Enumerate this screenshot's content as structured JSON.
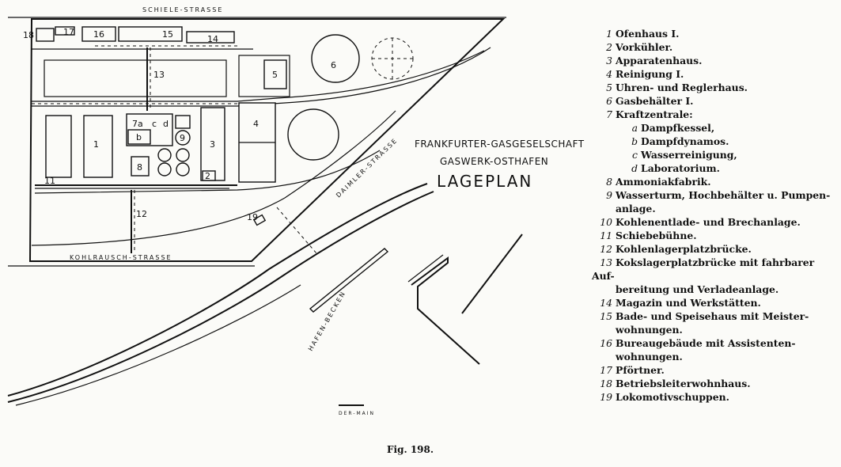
{
  "plan": {
    "title_line1": "FRANKFURTER-GASGESELSCHAFT",
    "title_line2": "GASWERK-OSTHAFEN",
    "title_line3": "LAGEPLAN",
    "street_top": "SCHIELE-STRASSE",
    "street_bottom": "KOHLRAUSCH-STRASSE",
    "street_right": "DAIMLER-STRASSE",
    "harbor": "HAFEN-BECKEN",
    "scale_label": "DER-MAIN",
    "labels": {
      "b1": "1",
      "b3": "3",
      "b4": "4",
      "b5": "5",
      "b6": "6",
      "b7a": "7a",
      "b7b": "b",
      "b7c": "c",
      "b7d": "d",
      "b8": "8",
      "b9": "9",
      "b2": "2",
      "b11": "11",
      "b12": "12",
      "b13": "13",
      "b14": "14",
      "b15": "15",
      "b16": "16",
      "b17": "17",
      "b18": "18",
      "b19": "19"
    }
  },
  "legend": [
    {
      "num": "1",
      "text": "Ofenhaus I."
    },
    {
      "num": "2",
      "text": "Vorkühler."
    },
    {
      "num": "3",
      "text": "Apparatenhaus."
    },
    {
      "num": "4",
      "text": "Reinigung I."
    },
    {
      "num": "5",
      "text": "Uhren- und Reglerhaus."
    },
    {
      "num": "6",
      "text": "Gasbehälter I."
    },
    {
      "num": "7",
      "text": "Kraftzentrale:"
    },
    {
      "num": "a",
      "text": "Dampfkessel,",
      "sub": true
    },
    {
      "num": "b",
      "text": "Dampfdynamos.",
      "sub": true
    },
    {
      "num": "c",
      "text": "Wasserreinigung,",
      "sub": true
    },
    {
      "num": "d",
      "text": "Laboratorium.",
      "sub": true
    },
    {
      "num": "8",
      "text": "Ammoniakfabrik."
    },
    {
      "num": "9",
      "text": "Wasserturm, Hochbehälter u. Pumpen-",
      "cont": "anlage."
    },
    {
      "num": "10",
      "text": "Kohlenentlade- und Brechanlage."
    },
    {
      "num": "11",
      "text": "Schiebebühne."
    },
    {
      "num": "12",
      "text": "Kohlenlagerplatzbrücke."
    },
    {
      "num": "13",
      "text": "Kokslagerplatzbrücke mit fahrbarer Auf-",
      "cont": "bereitung und Verladeanlage."
    },
    {
      "num": "14",
      "text": "Magazin und Werkstätten."
    },
    {
      "num": "15",
      "text": "Bade- und Speisehaus mit Meister-",
      "cont": "wohnungen."
    },
    {
      "num": "16",
      "text": "Bureaugebäude mit Assistenten-",
      "cont": "wohnungen."
    },
    {
      "num": "17",
      "text": "Pförtner."
    },
    {
      "num": "18",
      "text": "Betriebsleiterwohnhaus."
    },
    {
      "num": "19",
      "text": "Lokomotivschuppen."
    }
  ],
  "caption": "Fig. 198."
}
